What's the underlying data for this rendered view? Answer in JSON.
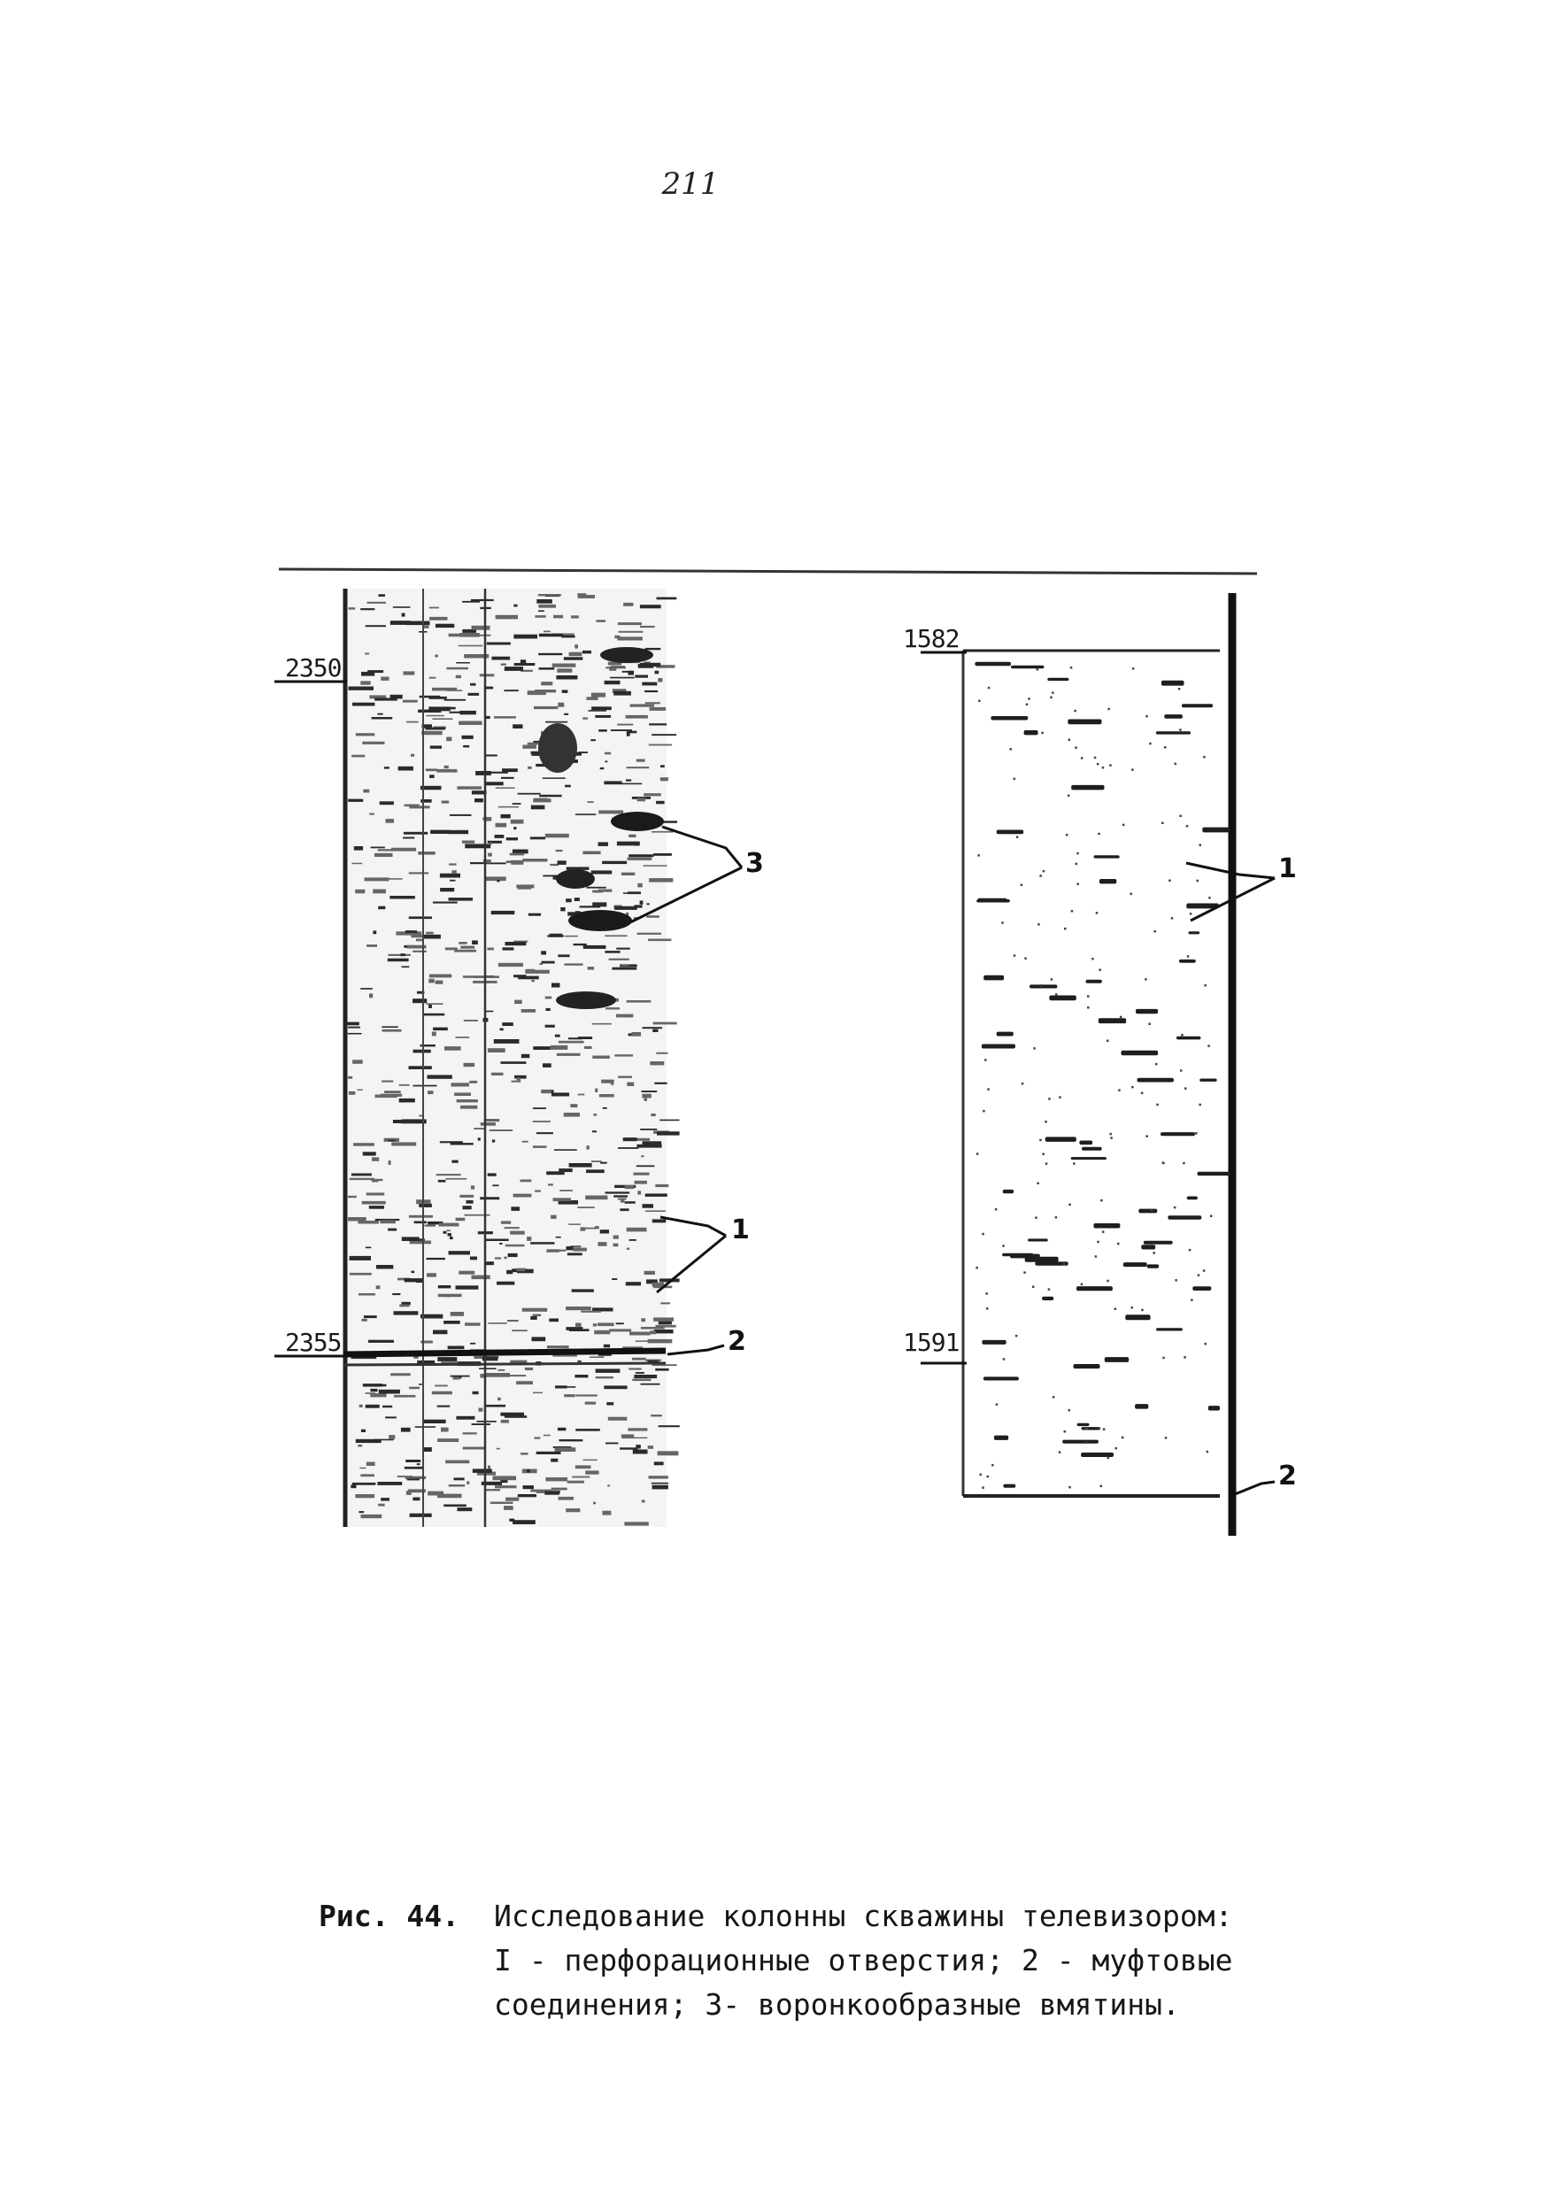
{
  "page": {
    "number": "211"
  },
  "figure": {
    "left_log": {
      "depth_top": "2350",
      "depth_bottom": "2355",
      "callouts": [
        "3",
        "1",
        "2"
      ]
    },
    "right_log": {
      "depth_top": "1582",
      "depth_bottom": "1591",
      "callouts": [
        "1",
        "2"
      ]
    }
  },
  "caption": {
    "label": "Рис. 44.",
    "line1": "Исследование колонны скважины телевизором:",
    "line2": "I - перфорационные отверстия; 2 - муфтовые",
    "line3": "соединения; 3- воронкообразные вмятины."
  }
}
